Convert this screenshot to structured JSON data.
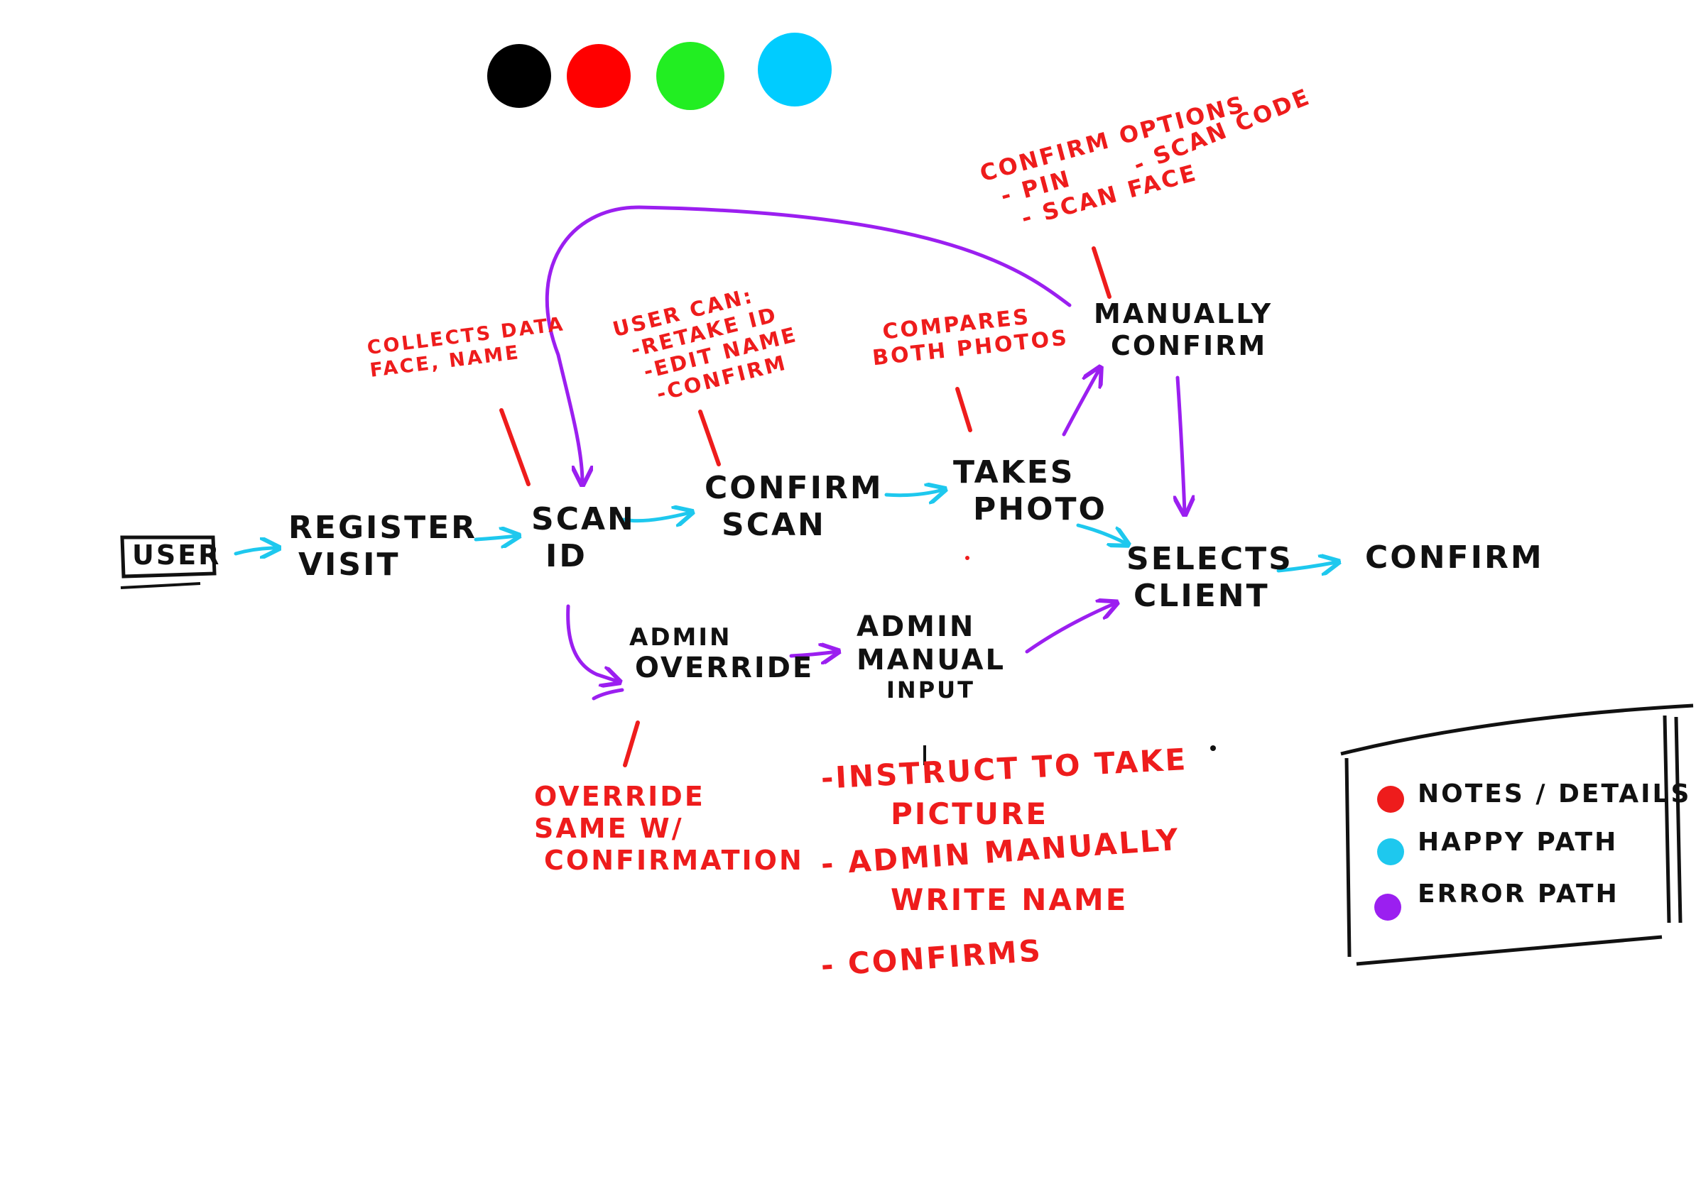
{
  "palette": {
    "swatches": [
      {
        "name": "black",
        "color": "#000000"
      },
      {
        "name": "red",
        "color": "#ff0000"
      },
      {
        "name": "green",
        "color": "#22ee22"
      },
      {
        "name": "cyan",
        "color": "#00ccff"
      }
    ]
  },
  "colors": {
    "notes": "#ee1c1c",
    "happy_path": "#1ec8ee",
    "error_path": "#9b1ff0",
    "ink": "#111111"
  },
  "nodes": {
    "user": "USER",
    "register_visit": [
      "REGISTER",
      "VISIT"
    ],
    "scan_id": [
      "SCAN",
      "ID"
    ],
    "confirm_scan": [
      "CONFIRM",
      "SCAN"
    ],
    "takes_photo": [
      "TAKES",
      "PHOTO"
    ],
    "manually_confirm": [
      "MANUALLY",
      "CONFIRM"
    ],
    "selects_client": [
      "SELECTS",
      "CLIENT"
    ],
    "confirm": "CONFIRM",
    "admin_override": [
      "ADMIN",
      "OVERRIDE"
    ],
    "admin_manual_input": [
      "ADMIN",
      "MANUAL",
      "INPUT"
    ]
  },
  "notes": {
    "collects_data": [
      "COLLECTS DATA",
      "FACE, NAME"
    ],
    "user_can": [
      "USER CAN:",
      "-RETAKE ID",
      "-EDIT NAME",
      "-CONFIRM"
    ],
    "compares_photos": [
      "COMPARES",
      "BOTH PHOTOS"
    ],
    "confirm_options": [
      "CONFIRM OPTIONS",
      "- PIN",
      "- SCAN FACE",
      "- SCAN CODE"
    ],
    "override": [
      "OVERRIDE",
      "SAME W/",
      "CONFIRMATION"
    ],
    "admin_input": [
      "-INSTRUCT TO TAKE",
      "PICTURE",
      "- ADMIN MANUALLY",
      "WRITE NAME",
      "- CONFIRMS"
    ]
  },
  "legend": {
    "items": [
      {
        "label": "NOTES / DETAILS",
        "color": "#ee1c1c"
      },
      {
        "label": "HAPPY PATH",
        "color": "#1ec8ee"
      },
      {
        "label": "ERROR PATH",
        "color": "#9b1ff0"
      }
    ]
  }
}
